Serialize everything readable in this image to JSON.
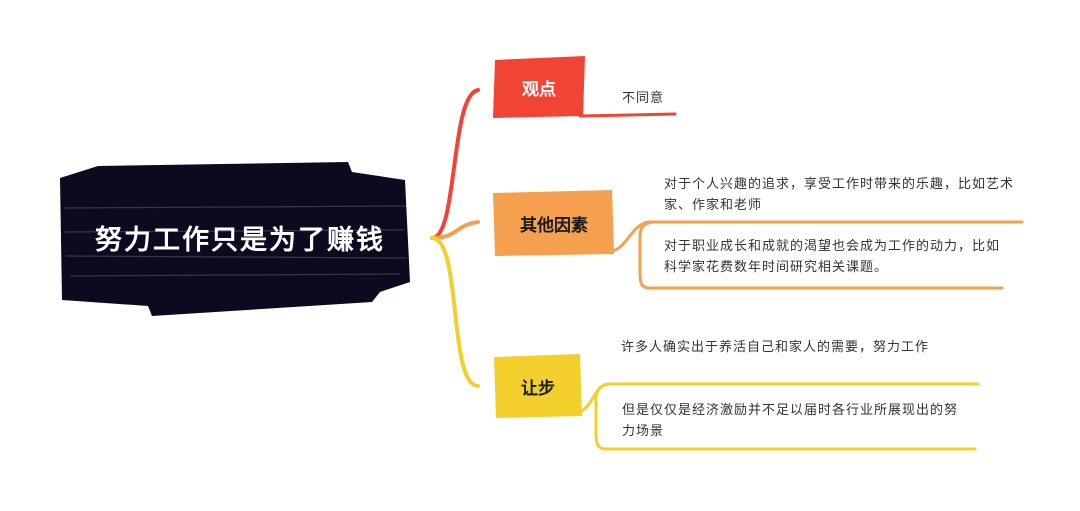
{
  "root": {
    "title": "努力工作只是为了赚钱",
    "color": "#0b0a1f"
  },
  "branches": [
    {
      "label": "观点",
      "color": "#f04434",
      "leaves": [
        "不同意"
      ]
    },
    {
      "label": "其他因素",
      "color": "#f5a04e",
      "leaves": [
        "对于个人兴趣的追求，享受工作时带来的乐趣，比如艺术家、作家和老师",
        "对于职业成长和成就的渴望也会成为工作的动力，比如科学家花费数年时间研究相关课题。"
      ]
    },
    {
      "label": "让步",
      "color": "#f2cf2a",
      "leaves": [
        "许多人确实出于养活自己和家人的需要，努力工作",
        "但是仅仅是经济激励并不足以届时各行业所展现出的努力场景"
      ]
    }
  ]
}
